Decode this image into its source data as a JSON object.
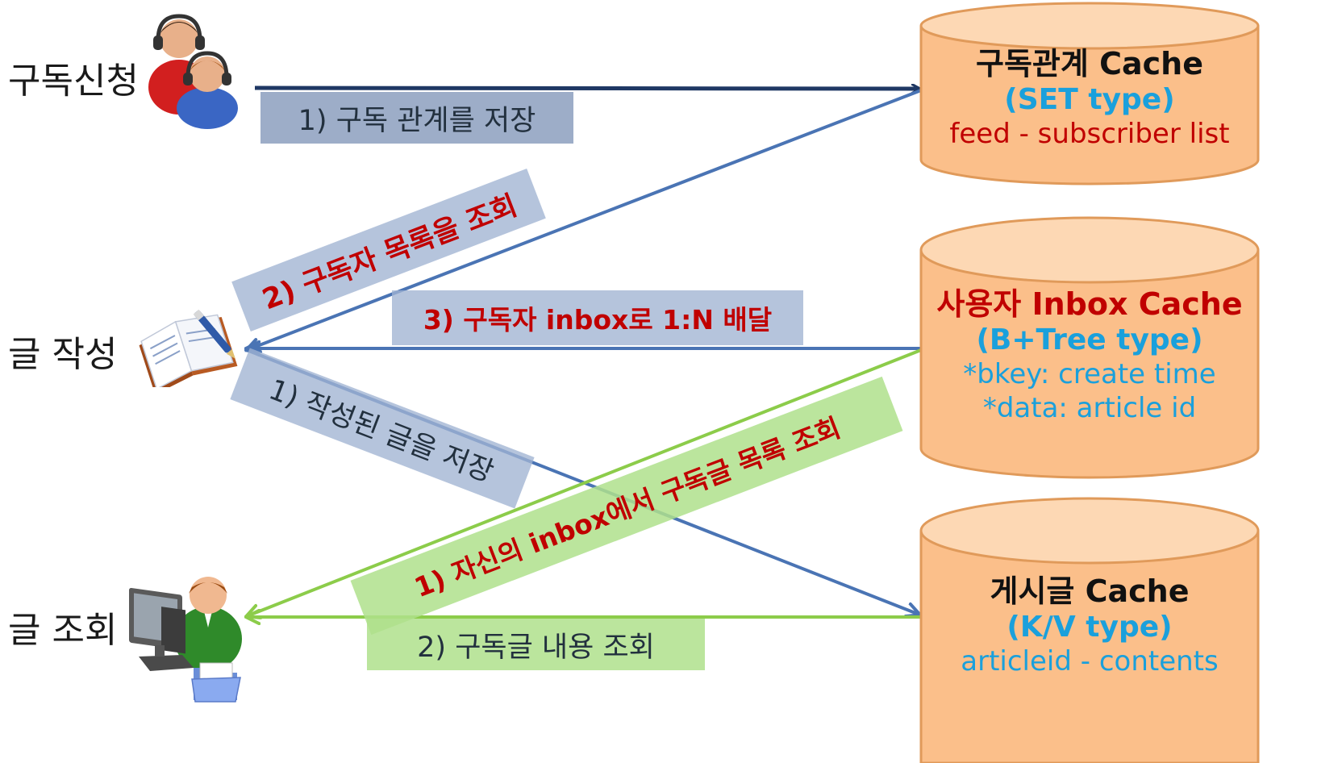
{
  "actors": {
    "subscribe": "구독신청",
    "write": "글 작성",
    "read": "글 조회"
  },
  "steps": {
    "save_subscription": "1) 구독 관계를 저장",
    "lookup_subscribers": "2) 구독자 목록을 조회",
    "deliver_inbox": "3) 구독자 inbox로 1:N 배달",
    "save_article": "1) 작성된 글을 저장",
    "lookup_inbox": "1) 자신의 inbox에서 구독글 목록 조회",
    "read_content": "2) 구독글 내용 조회"
  },
  "caches": {
    "subscription": {
      "title": "구독관계 Cache",
      "type": "(SET type)",
      "desc": "feed - subscriber list"
    },
    "inbox": {
      "title": "사용자 Inbox Cache",
      "type": "(B+Tree type)",
      "line1": "*bkey: create time",
      "line2": "*data: article id"
    },
    "article": {
      "title": "게시글 Cache",
      "type": "(K/V type)",
      "desc": "articleid - contents"
    }
  },
  "icons": [
    "subscribers-icon",
    "notebook-pen-icon",
    "computer-user-icon",
    "folder-icon"
  ],
  "colors": {
    "navy_arrow": "#1f3864",
    "blue_arrow": "#4a74b4",
    "green_arrow": "#8ccc4a",
    "cache_fill": "#fbbf8a",
    "highlight_red": "#c00000",
    "type_blue": "#1aa0dc"
  }
}
